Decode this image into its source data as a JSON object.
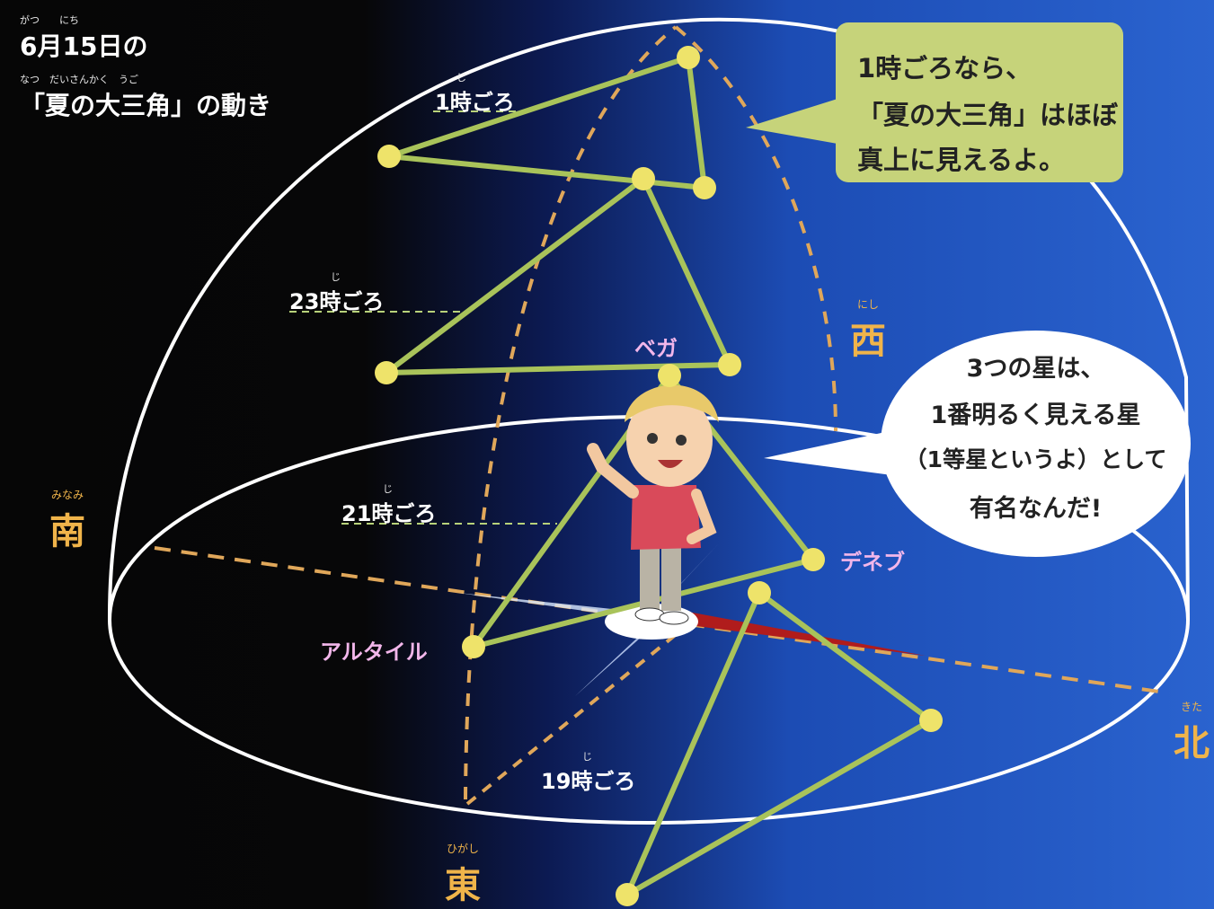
{
  "title": {
    "line1": "6月15日の",
    "line1_ruby": "がつ　　にち",
    "line2": "「夏の大三角」の動き",
    "line2_ruby": "なつ　だいさんかく　うご"
  },
  "times": {
    "t1": "1時ごろ",
    "t23": "23時ごろ",
    "t21": "21時ごろ",
    "t19": "19時ごろ",
    "ruby": "じ"
  },
  "directions": {
    "south": "南",
    "south_ruby": "みなみ",
    "east": "東",
    "east_ruby": "ひがし",
    "west": "西",
    "west_ruby": "にし",
    "north": "北",
    "north_ruby": "きた"
  },
  "stars": {
    "vega": "ベガ",
    "deneb": "デネブ",
    "altair": "アルタイル"
  },
  "bubble_top": {
    "line1": "1時ごろなら、",
    "line2": "「夏の大三角」はほぼ",
    "line3": "真上に見えるよ。"
  },
  "bubble_right": {
    "line1": "3つの星は、",
    "line2": "1番明るく見える星",
    "line3": "（1等星というよ）として",
    "line4": "有名なんだ!"
  },
  "colors": {
    "triangle": "#a9c35a",
    "star": "#eee36a",
    "dashed": "#e0a75a",
    "dome": "#ffffff"
  }
}
